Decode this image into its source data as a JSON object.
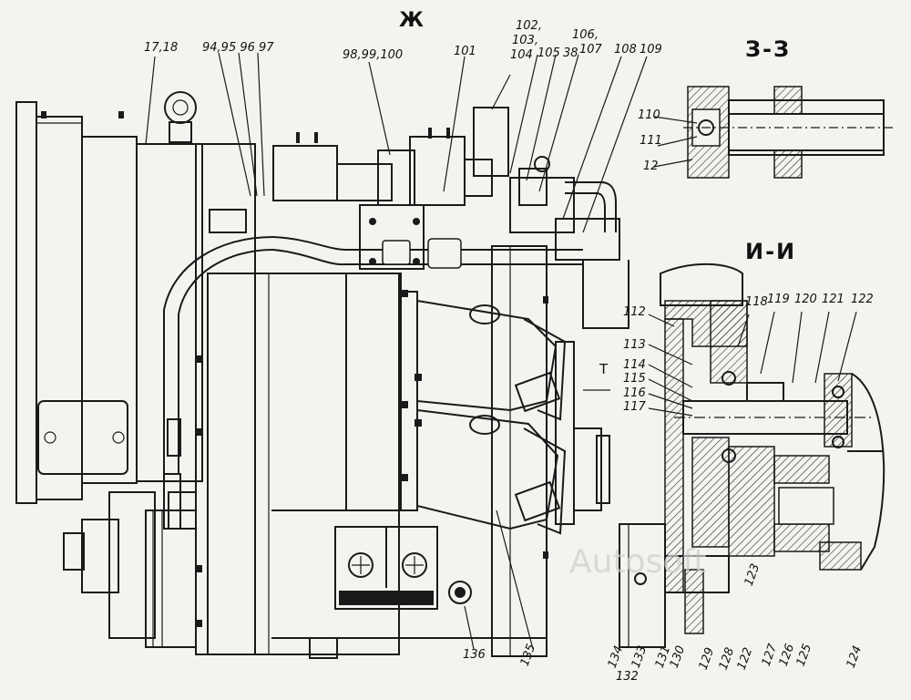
{
  "sections": {
    "zh": "Ж",
    "z": "З-З",
    "i": "И-И",
    "t": "Т"
  },
  "callouts": {
    "c17_18": "17,18",
    "c94_97": "94,95 96 97",
    "c98_100": "98,99,100",
    "c101": "101",
    "c102": "102,",
    "c103": "103,",
    "c104": "104",
    "c105": "105",
    "c38": "38",
    "c106": "106,",
    "c107": "107",
    "c108": "108",
    "c109": "109",
    "c110": "110",
    "c111": "111",
    "c12": "12",
    "c112": "112",
    "c113": "113",
    "c114": "114",
    "c115": "115",
    "c116": "116",
    "c117": "117",
    "c118": "118",
    "c119": "119",
    "c120": "120",
    "c121": "121",
    "c122": "122",
    "c123": "123",
    "c124": "124",
    "c125": "125",
    "c126": "126",
    "c127": "127",
    "c128": "128",
    "c129": "129",
    "c130": "130",
    "c131": "131",
    "c132": "132",
    "c133": "133",
    "c134": "134",
    "c135": "135",
    "c136": "136",
    "c122b": "122"
  },
  "watermark": "Autosoft"
}
